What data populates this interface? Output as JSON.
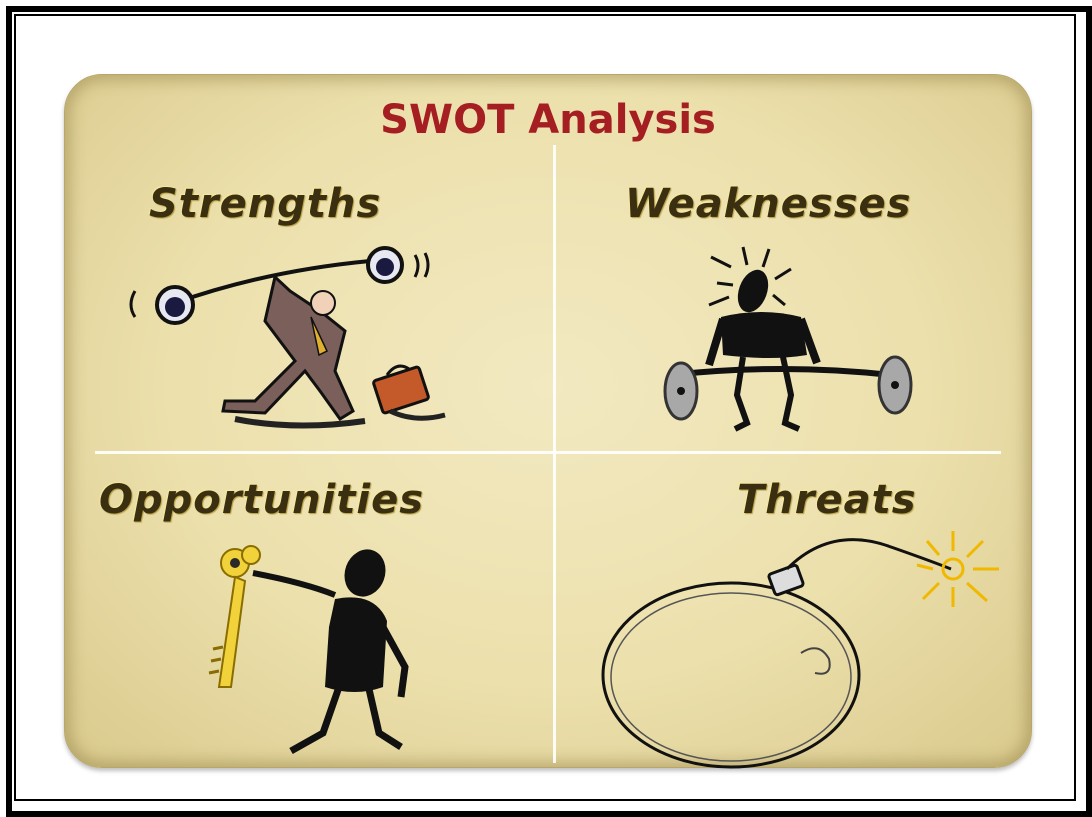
{
  "title": "SWOT Analysis",
  "quadrants": [
    {
      "label": "Strengths",
      "icon": "strongman-businessman-icon"
    },
    {
      "label": "Weaknesses",
      "icon": "struggling-weightlifter-icon"
    },
    {
      "label": "Opportunities",
      "icon": "person-holding-key-icon"
    },
    {
      "label": "Threats",
      "icon": "lit-bomb-icon"
    }
  ],
  "colors": {
    "title": "#a41e22",
    "label": "#3a2f10",
    "panel": "#ece0ac",
    "divider": "#ffffff",
    "key": "#f2d23a",
    "spark": "#f0b800"
  }
}
